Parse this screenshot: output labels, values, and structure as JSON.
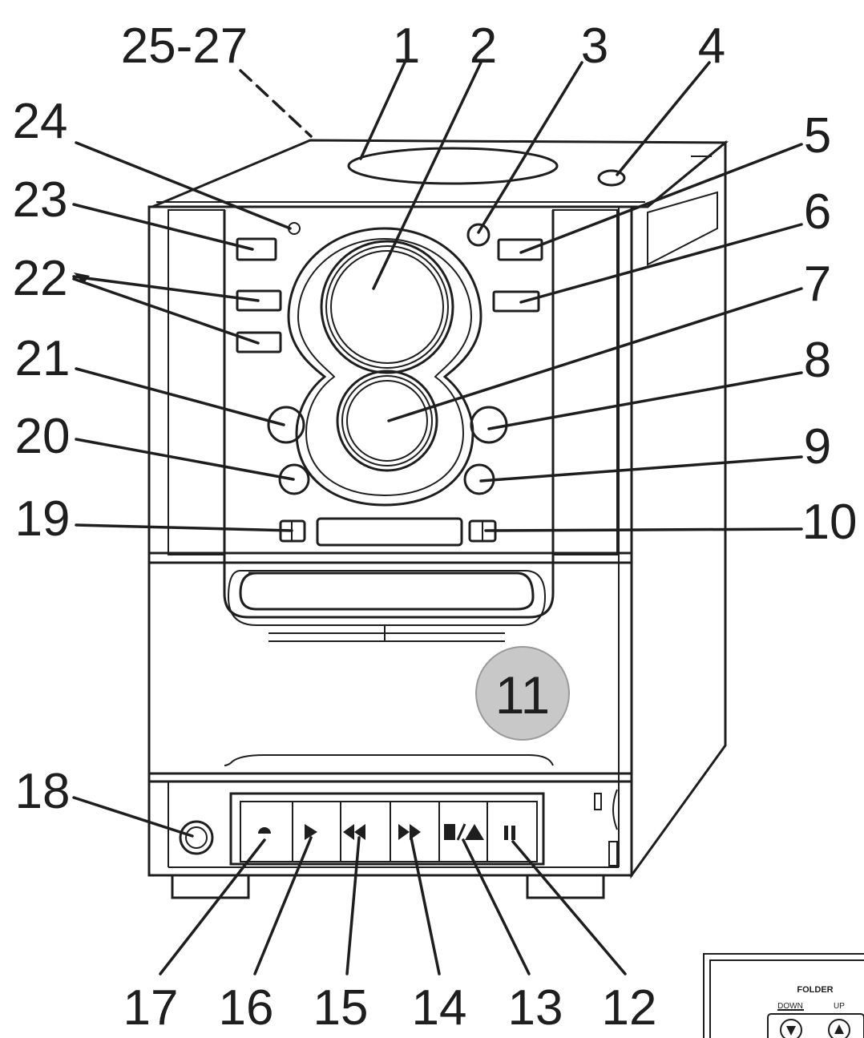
{
  "callouts": {
    "c1": "1",
    "c2": "2",
    "c3": "3",
    "c4": "4",
    "c5": "5",
    "c6": "6",
    "c7": "7",
    "c8": "8",
    "c9": "9",
    "c10": "10",
    "c11": "11",
    "c12": "12",
    "c13": "13",
    "c14": "14",
    "c15": "15",
    "c16": "16",
    "c17": "17",
    "c18": "18",
    "c19": "19",
    "c20": "20",
    "c21": "21",
    "c22": "22",
    "c23": "23",
    "c24": "24",
    "c25_27": "25-27"
  },
  "inset": {
    "title": "FOLDER",
    "down": "DOWN",
    "up": "UP"
  },
  "colors": {
    "line": "#1e1e1e",
    "badge_fill": "#c8c8c8",
    "background": "#ffffff"
  }
}
